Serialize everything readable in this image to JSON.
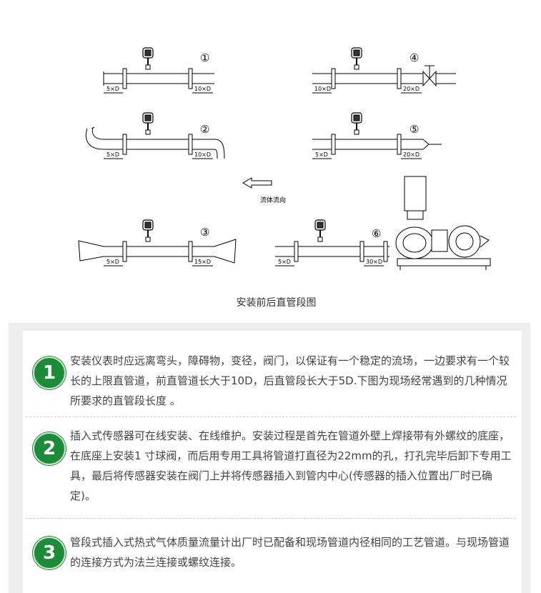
{
  "diagram": {
    "markers": [
      "①",
      "②",
      "③",
      "④",
      "⑤",
      "⑥"
    ],
    "dims": {
      "d1a": "5×D",
      "d1b": "10×D",
      "d2a": "5×D",
      "d2b": "10×D",
      "d3a": "5×D",
      "d3b": "15×D",
      "d4a": "10×D",
      "d4b": "20×D",
      "d5a": "5×D",
      "d5b": "20×D",
      "d6a": "5×D",
      "d6b": "30×D"
    },
    "flow_label": "流体流向",
    "caption": "安装前后直管段图"
  },
  "items": [
    {
      "number": "1",
      "text": "安装仪表时应远离弯头，障碍物，变径，阀门，以保证有一个稳定的流场，一边要求有一个较长的上限直管道，前直管道长大于10D，后直管段长大于5D.下图为现场经常遇到的几种情况所要求的直管段长度 。"
    },
    {
      "number": "2",
      "text": "插入式传感器可在线安装、在线维护。安装过程是首先在管道外壁上焊接带有外螺纹的底座，在底座上安装1 寸球阀，而后用专用工具将管道打直径为22mm的孔，打孔完毕后卸下专用工具，最后将传感器安装在阀门上并将传感器插入到管内中心(传感器的插入位置出厂时已确定)。"
    },
    {
      "number": "3",
      "text": "管段式插入式热式气体质量流量计出厂时已配备和现场管道内径相同的工艺管道。与现场管道的连接方式为法兰连接或螺纹连接。"
    }
  ],
  "colors": {
    "badge": "#1f8a3a",
    "panel": "#eeeeee",
    "text": "#444444"
  }
}
